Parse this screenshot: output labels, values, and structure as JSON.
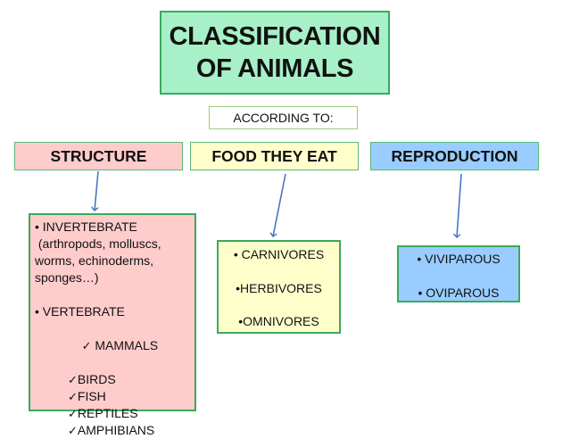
{
  "title": {
    "line1": "CLASSIFICATION",
    "line2": "OF ANIMALS"
  },
  "subtitle": "ACCORDING TO:",
  "categories": [
    {
      "label": "STRUCTURE",
      "color": "#ffcccc"
    },
    {
      "label": "FOOD THEY EAT",
      "color": "#ffffcc"
    },
    {
      "label": "REPRODUCTION",
      "color": "#99ccff"
    }
  ],
  "structure": {
    "invertebrate": {
      "bullet": "•",
      "label": "INVERTEBRATE",
      "examples_lines": [
        " (arthropods, molluscs,",
        "worms, echinoderms,",
        "sponges…)"
      ]
    },
    "vertebrate": {
      "bullet": "•",
      "label": "VERTEBRATE",
      "check_icon": "✓",
      "items": [
        " MAMMALS",
        "BIRDS",
        "FISH",
        "REPTILES",
        "AMPHIBIANS"
      ]
    }
  },
  "food": {
    "items": [
      "• CARNIVORES",
      "•HERBIVORES",
      "•OMNIVORES"
    ]
  },
  "reproduction": {
    "items": [
      "• VIVIPAROUS",
      "• OVIPAROUS"
    ]
  },
  "colors": {
    "title_bg": "#a8f0c8",
    "border_green": "#3aaa5c",
    "arrow_blue": "#4a76c0"
  }
}
